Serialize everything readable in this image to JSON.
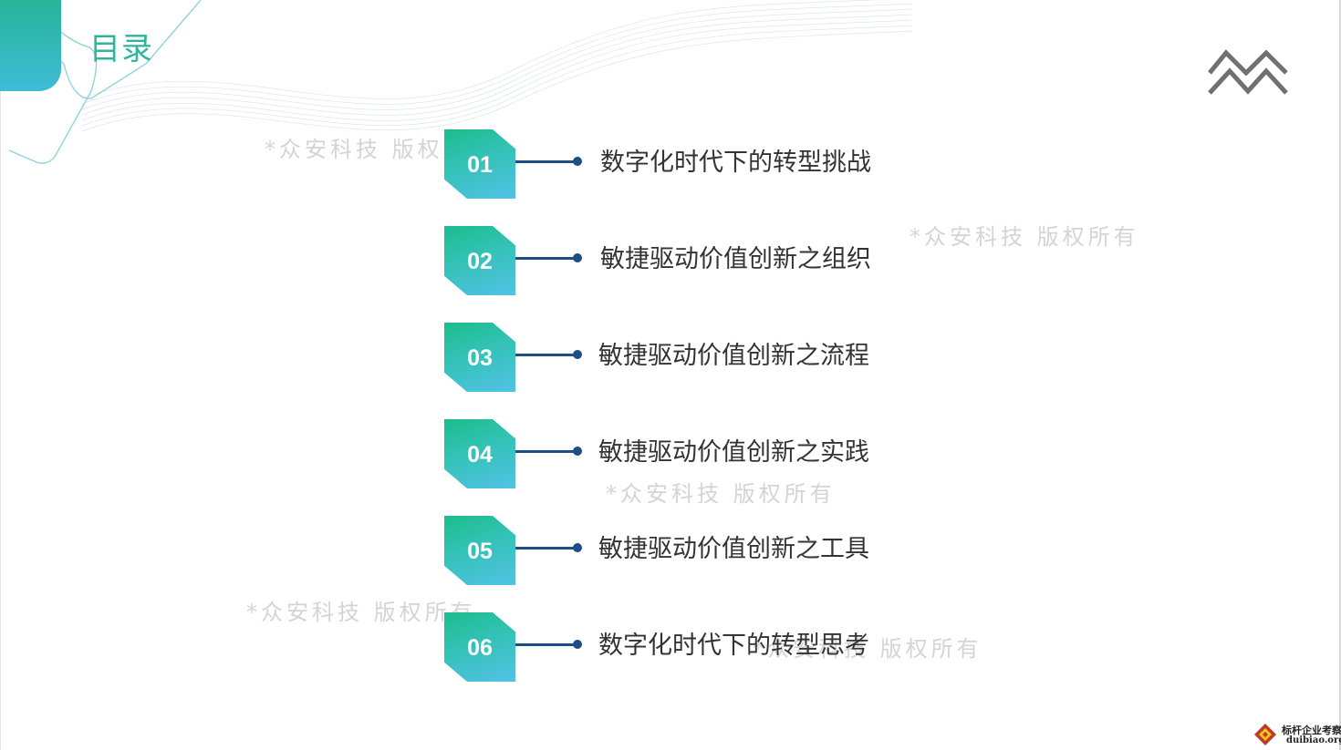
{
  "slide": {
    "title": "目录",
    "colors": {
      "accent_green": "#2fb59e",
      "accent_blue": "#52c2e6",
      "connector": "#1e4e86"
    }
  },
  "toc": {
    "items": [
      {
        "number": "01",
        "label": "数字化时代下的转型挑战"
      },
      {
        "number": "02",
        "label": "敏捷驱动价值创新之组织"
      },
      {
        "number": "03",
        "label": "敏捷驱动价值创新之流程"
      },
      {
        "number": "04",
        "label": "敏捷驱动价值创新之实践"
      },
      {
        "number": "05",
        "label": "敏捷驱动价值创新之工具"
      },
      {
        "number": "06",
        "label": "数字化时代下的转型思考"
      }
    ]
  },
  "watermarks": [
    "*众安科技  版权所有",
    "*众安科技  版权所有",
    "*众安科技  版权所有",
    "*众安科技  版权所有",
    "*众安科技  版权所有"
  ],
  "icons": {
    "top_right": "mountain-chevron-icon",
    "logo": "diamond-logo-icon"
  },
  "logo": {
    "name": "标杆企业考察",
    "domain": "duibiao.org"
  }
}
